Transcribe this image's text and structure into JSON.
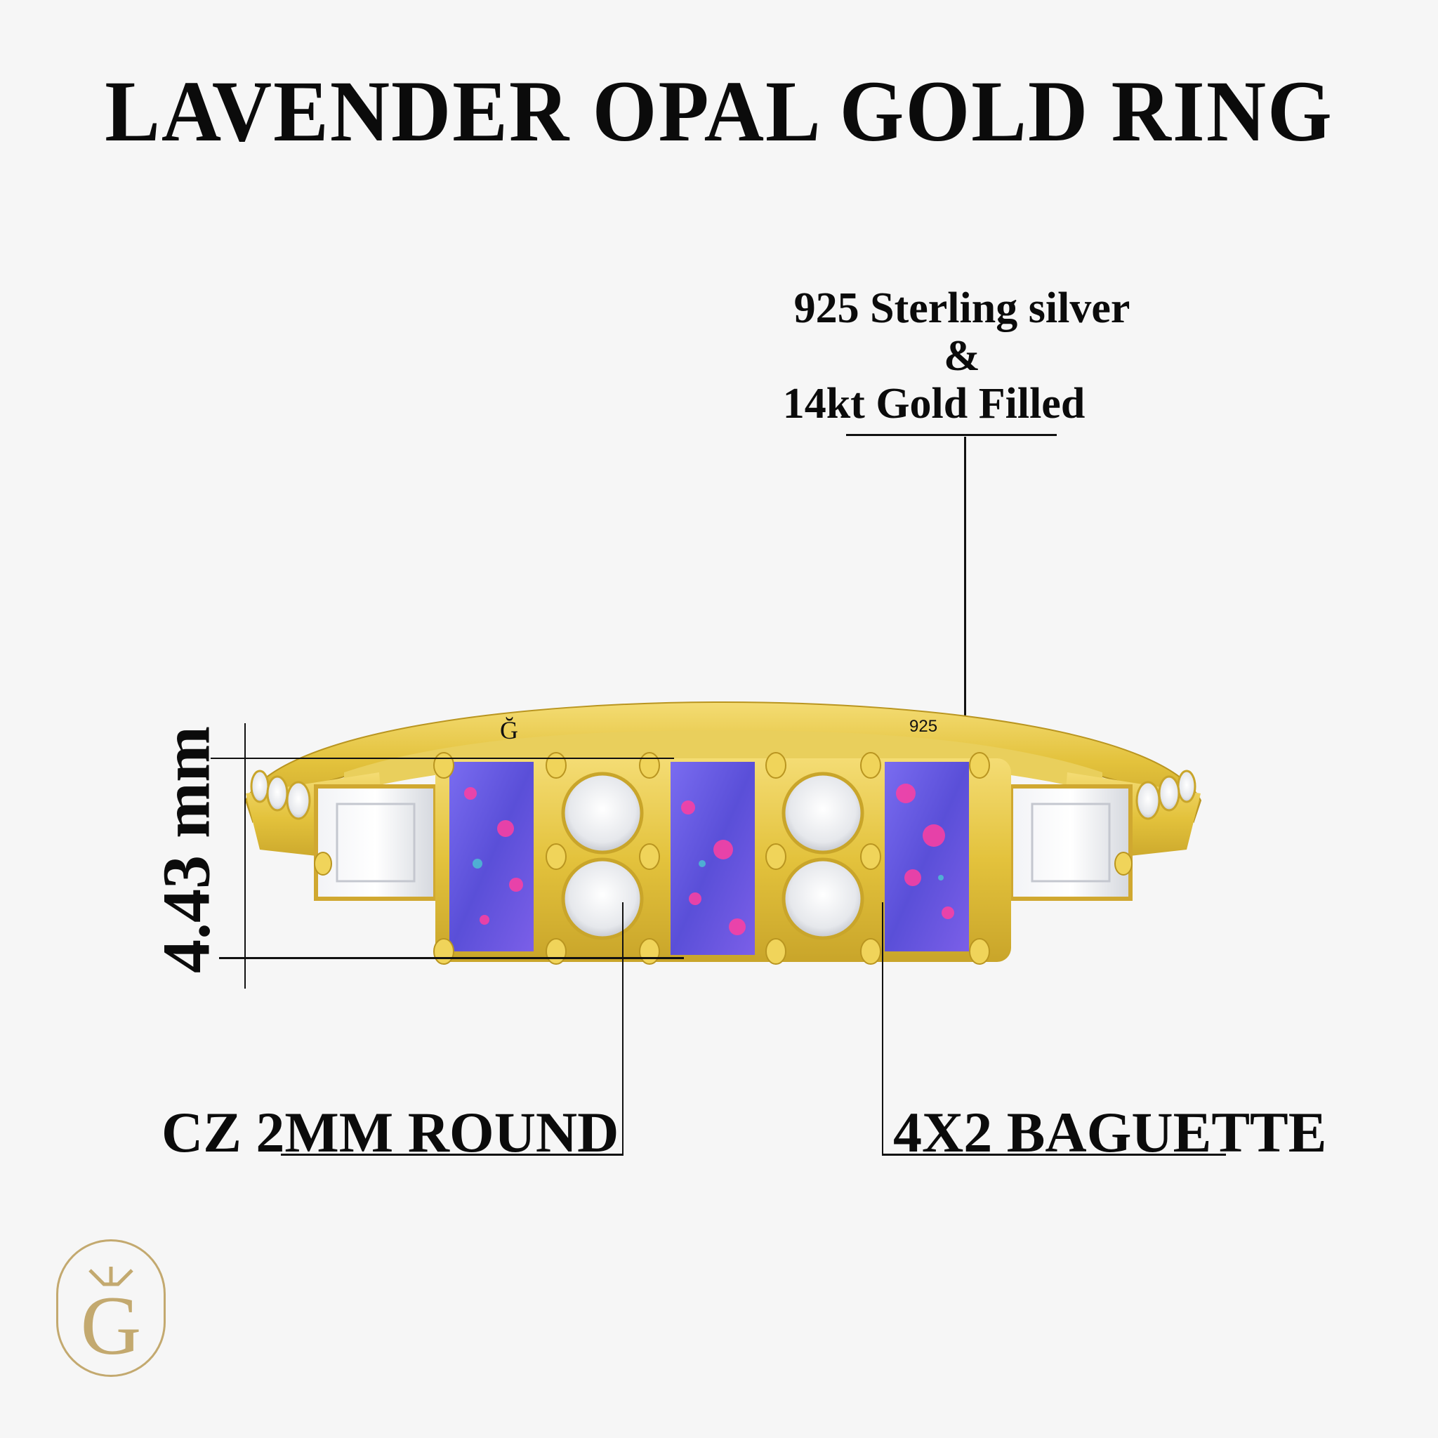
{
  "title": "LAVENDER OPAL GOLD RING",
  "material": {
    "line1": "925 Sterling silver",
    "line2": "&",
    "line3": "14kt Gold Filled"
  },
  "dimension": {
    "height_label": "4.43 mm"
  },
  "callouts": {
    "round_stone": "CZ 2MM ROUND",
    "baguette_stone": "4X2 BAGUETTE"
  },
  "ring_engravings": {
    "logo_mark": "Ğ",
    "purity_stamp": "925"
  },
  "logo": {
    "letter": "G",
    "icon": "crown-icon"
  },
  "colors": {
    "background": "#f6f6f6",
    "gold": "#e8c84a",
    "opal": "#6a5ce0",
    "opal_fire": "#ff3fa0",
    "brand_gold": "#c3a96f",
    "text": "#0b0b0b"
  }
}
